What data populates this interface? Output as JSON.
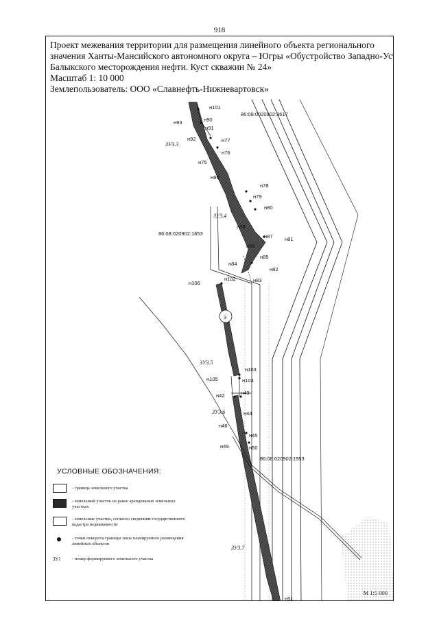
{
  "page_number": "918",
  "title": {
    "line1": "Проект межевания территории для размещения линейного объекта регионального",
    "line2": "значения Ханты-Мансийского автономного округа – Югры «Обустройство Западно-Усть-",
    "line3": "Балыкского месторождения нефти. Куст скважин № 24»",
    "scale": "Масштаб 1: 10 000",
    "landuser": "Землепользователь: ООО «Славнефть-Нижневартовск»"
  },
  "map": {
    "cadastral_labels": [
      "86:08:0020902:3617",
      "86:08:020902:1853",
      "86:08:020902:1953"
    ],
    "parcel_number": "3",
    "zone_labels": [
      "ЗУ3.3",
      "ЗУ3.4",
      "ЗУ3.5",
      "ЗУ3.6",
      "ЗУ3.7"
    ],
    "points": [
      "н101",
      "н93",
      "н90",
      "н91",
      "н92",
      "н77",
      "н76",
      "н75",
      "н89",
      "н78",
      "н79",
      "н80",
      "н88",
      "н87",
      "н81",
      "н86",
      "н85",
      "н84",
      "н82",
      "н83",
      "н106",
      "н102",
      "н103",
      "н105",
      "н104",
      "н42",
      "н43",
      "н44",
      "н46",
      "н45",
      "н49",
      "н50",
      "н51"
    ]
  },
  "legend": {
    "title": "УСЛОВНЫЕ ОБОЗНАЧЕНИЯ:",
    "items": [
      {
        "symbol": "box-white",
        "text": "- граница земельного участка"
      },
      {
        "symbol": "box-dark",
        "text": "- земельный участок на ранее арендованых земельных участках"
      },
      {
        "symbol": "box-white",
        "text": "- земельные участки, согласно сведениям государственного кадастра недвижимости"
      },
      {
        "symbol": "dot",
        "text": "- точки поворота границы зоны планируемого размещения линейных объектов"
      },
      {
        "symbol": "text",
        "prefix": "ЗУ1",
        "text": "- номер формируемого земельного участка"
      }
    ]
  },
  "scale_note": "М 1:5 000",
  "colors": {
    "ink": "#111111",
    "hatch": "#3a3a3a",
    "paper": "#ffffff"
  }
}
